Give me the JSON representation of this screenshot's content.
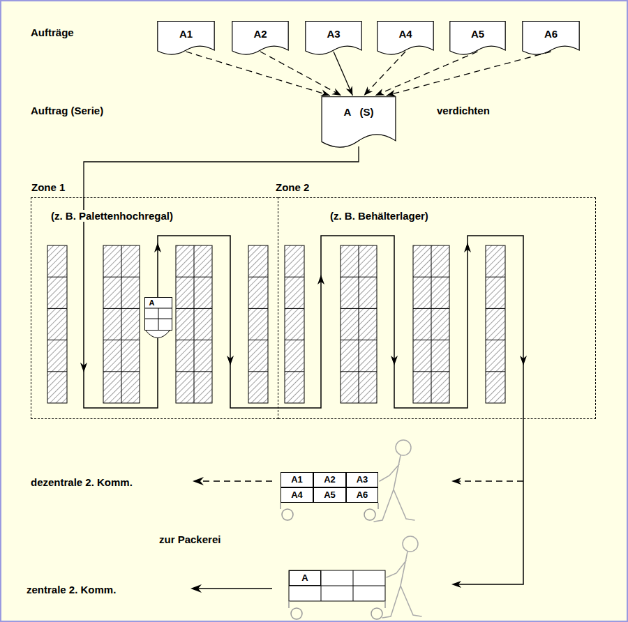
{
  "diagram": {
    "nodes": [
      {
        "text": [
          "A1"
        ]
      },
      {
        "text": [
          "A2"
        ]
      },
      {
        "text": [
          "A3"
        ]
      },
      {
        "text": [
          "A4"
        ]
      },
      {
        "text": [
          "A5"
        ]
      },
      {
        "text": [
          "A6"
        ]
      },
      {
        "text": [
          "A   (S)"
        ]
      },
      {
        "text": [
          "Zone 1",
          "(z. B. Palettenhochregal)"
        ]
      },
      {
        "text": [
          "A"
        ],
        "in": 7
      },
      {
        "text": [
          "Zone 2",
          "(z. B. Behälterlager)"
        ]
      },
      {
        "text": [
          "A1"
        ]
      },
      {
        "text": [
          "A2"
        ]
      },
      {
        "text": [
          "A3"
        ]
      },
      {
        "text": [
          "A4"
        ]
      },
      {
        "text": [
          "A5"
        ]
      },
      {
        "text": [
          "A6"
        ]
      },
      {
        "text": [
          "A"
        ]
      }
    ],
    "edges": [
      {
        "from": 0,
        "to": 6,
        "arrow": "to"
      },
      {
        "from": 1,
        "to": 6,
        "arrow": "to"
      },
      {
        "from": 2,
        "to": 6,
        "arrow": "to"
      },
      {
        "from": 3,
        "to": 6,
        "arrow": "to"
      },
      {
        "from": 4,
        "to": 6,
        "arrow": "to"
      },
      {
        "from": 5,
        "to": 6,
        "arrow": "to"
      },
      {
        "from": 6,
        "to": 7,
        "arrow": "none"
      }
    ],
    "labels": [
      "Aufträge",
      "Auftrag (Serie)",
      "verdichten",
      "dezentrale 2. Komm.",
      "zur Packerei",
      "zentrale 2. Komm."
    ]
  }
}
